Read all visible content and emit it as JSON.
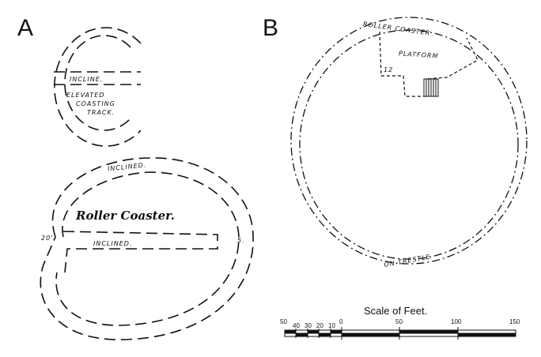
{
  "panel_a": {
    "letter": "A",
    "small_track": {
      "incline_label": "INCLINE.",
      "track_label_1": "ELEVATED",
      "track_label_2": "COASTING",
      "track_label_3": "TRACK."
    },
    "large_track": {
      "incline_top_label": "INCLINED.",
      "title": "Roller Coaster.",
      "incline_mid_label": "INCLINED.",
      "left_mark": "20'",
      "right_mark": "5."
    }
  },
  "panel_b": {
    "letter": "B",
    "top_label": "ROLLER COASTER",
    "platform_label": "PLATFORM",
    "small_mark": "12",
    "bottom_label": "ON TRESTLE"
  },
  "scale": {
    "title": "Scale of Feet.",
    "ticks": [
      "50",
      "40",
      "30",
      "20",
      "10",
      "0",
      "50",
      "100",
      "150"
    ]
  }
}
